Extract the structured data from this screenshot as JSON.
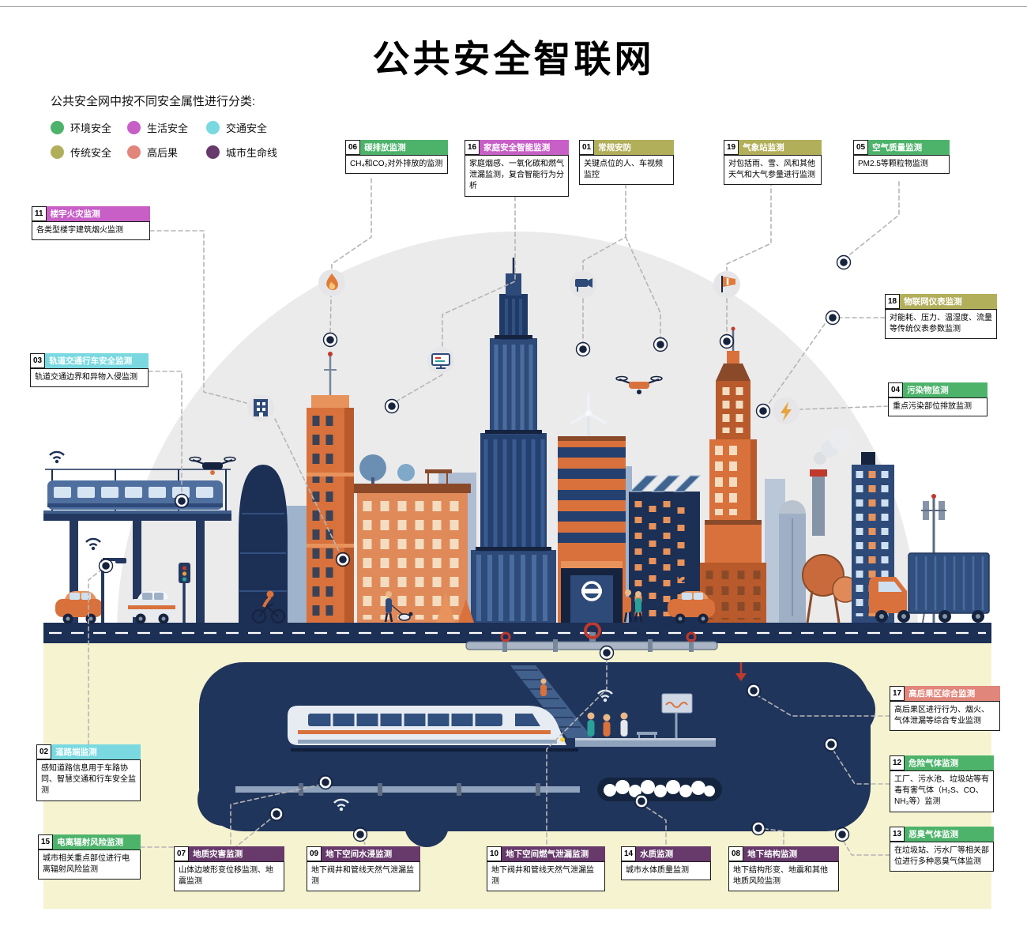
{
  "page": {
    "title": "公共安全智联网",
    "subtitle": "公共安全网中按不同安全属性进行分类:"
  },
  "legend": [
    {
      "label": "环境安全",
      "color": "#4db36b"
    },
    {
      "label": "生活安全",
      "color": "#c75fc7"
    },
    {
      "label": "交通安全",
      "color": "#7ad9e0"
    },
    {
      "label": "传统安全",
      "color": "#b2af5b"
    },
    {
      "label": "高后果",
      "color": "#e2857b"
    },
    {
      "label": "城市生命线",
      "color": "#673a6b"
    }
  ],
  "colors": {
    "environment": "#4db36b",
    "life": "#c75fc7",
    "traffic": "#7ad9e0",
    "traditional": "#b2af5b",
    "high_consequence": "#e2857b",
    "city_lifeline": "#673a6b"
  },
  "callouts": [
    {
      "num": "01",
      "title": "常规安防",
      "category": "传统安全",
      "color": "#b2af5b",
      "body": "关键点位的人、车视频监控"
    },
    {
      "num": "02",
      "title": "道路端监测",
      "category": "交通安全",
      "color": "#7ad9e0",
      "body": "感知道路信息用于车路协同、智慧交通和行车安全监测"
    },
    {
      "num": "03",
      "title": "轨道交通行车安全监测",
      "category": "交通安全",
      "color": "#7ad9e0",
      "body": "轨道交通边界和异物入侵监测"
    },
    {
      "num": "04",
      "title": "污染物监测",
      "category": "环境安全",
      "color": "#4db36b",
      "body": "重点污染部位排放监测"
    },
    {
      "num": "05",
      "title": "空气质量监测",
      "category": "环境安全",
      "color": "#4db36b",
      "body": "PM2.5等颗粒物监测"
    },
    {
      "num": "06",
      "title": "碳排放监测",
      "category": "环境安全",
      "color": "#4db36b",
      "body": "CH₄和CO₂对外排放的监测"
    },
    {
      "num": "07",
      "title": "地质灾害监测",
      "category": "城市生命线",
      "color": "#673a6b",
      "body": "山体边坡形变位移监测、地震监测"
    },
    {
      "num": "08",
      "title": "地下结构监测",
      "category": "城市生命线",
      "color": "#673a6b",
      "body": "地下结构形变、地震和其他地质风险监测"
    },
    {
      "num": "09",
      "title": "地下空间水浸监测",
      "category": "城市生命线",
      "color": "#673a6b",
      "body": "地下阀井和管线天然气泄漏监测"
    },
    {
      "num": "10",
      "title": "地下空间燃气泄漏监测",
      "category": "城市生命线",
      "color": "#673a6b",
      "body": "地下阀井和管线天然气泄漏监测"
    },
    {
      "num": "11",
      "title": "楼宇火灾监测",
      "category": "生活安全",
      "color": "#c75fc7",
      "body": "各类型楼宇建筑烟火监测"
    },
    {
      "num": "12",
      "title": "危险气体监测",
      "category": "环境安全",
      "color": "#4db36b",
      "body": "工厂、污水池、垃圾站等有毒有害气体（H₂S、CO、NH₃等）监测"
    },
    {
      "num": "13",
      "title": "恶臭气体监测",
      "category": "环境安全",
      "color": "#4db36b",
      "body": "在垃圾站、污水厂等相关部位进行多种恶臭气体监测"
    },
    {
      "num": "14",
      "title": "水质监测",
      "category": "城市生命线",
      "color": "#673a6b",
      "body": "城市水体质量监测"
    },
    {
      "num": "15",
      "title": "电离辐射风险监测",
      "category": "环境安全",
      "color": "#4db36b",
      "body": "城市相关重点部位进行电离辐射风险监测"
    },
    {
      "num": "16",
      "title": "家庭安全智能监测",
      "category": "生活安全",
      "color": "#c75fc7",
      "body": "家庭烟感、一氧化碳和燃气泄漏监测，复合智能行为分析"
    },
    {
      "num": "17",
      "title": "高后果区综合监测",
      "category": "高后果",
      "color": "#e2857b",
      "body": "高后果区进行行为、烟火、气体泄漏等综合专业监测"
    },
    {
      "num": "18",
      "title": "物联网仪表监测",
      "category": "传统安全",
      "color": "#b2af5b",
      "body": "对能耗、压力、温湿度、流量等传统仪表参数监测"
    },
    {
      "num": "19",
      "title": "气象站监测",
      "category": "传统安全",
      "color": "#b2af5b",
      "body": "对包括雨、雪、风和其他天气和大气参量进行监测"
    }
  ]
}
